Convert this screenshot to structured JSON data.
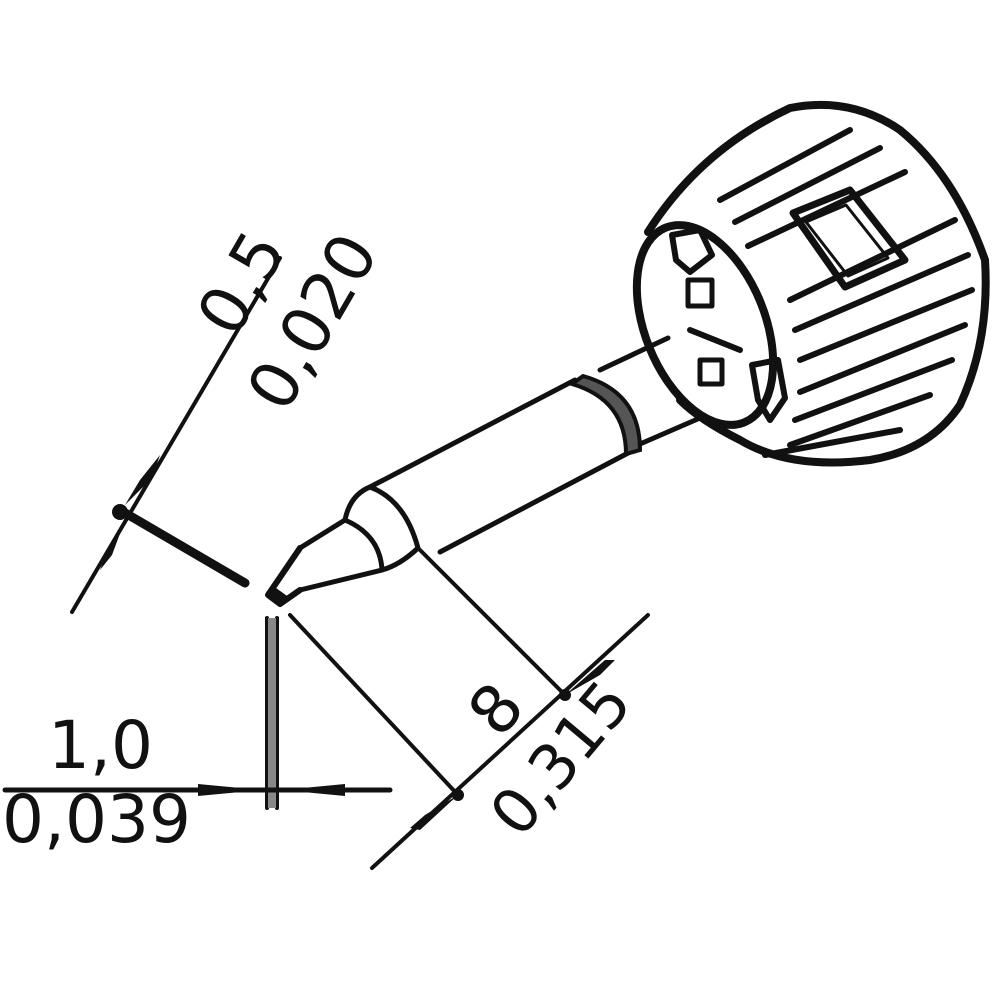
{
  "drawing": {
    "subject": "soldering tip",
    "colors": {
      "line": "#111111",
      "background": "#ffffff",
      "band": "#555555"
    }
  },
  "dimensions": {
    "tip_thickness": {
      "metric": "0,5",
      "imperial": "0,020"
    },
    "tip_width": {
      "metric": "1,0",
      "imperial": "0,039"
    },
    "tip_length": {
      "metric": "8",
      "imperial": "0,315"
    }
  }
}
